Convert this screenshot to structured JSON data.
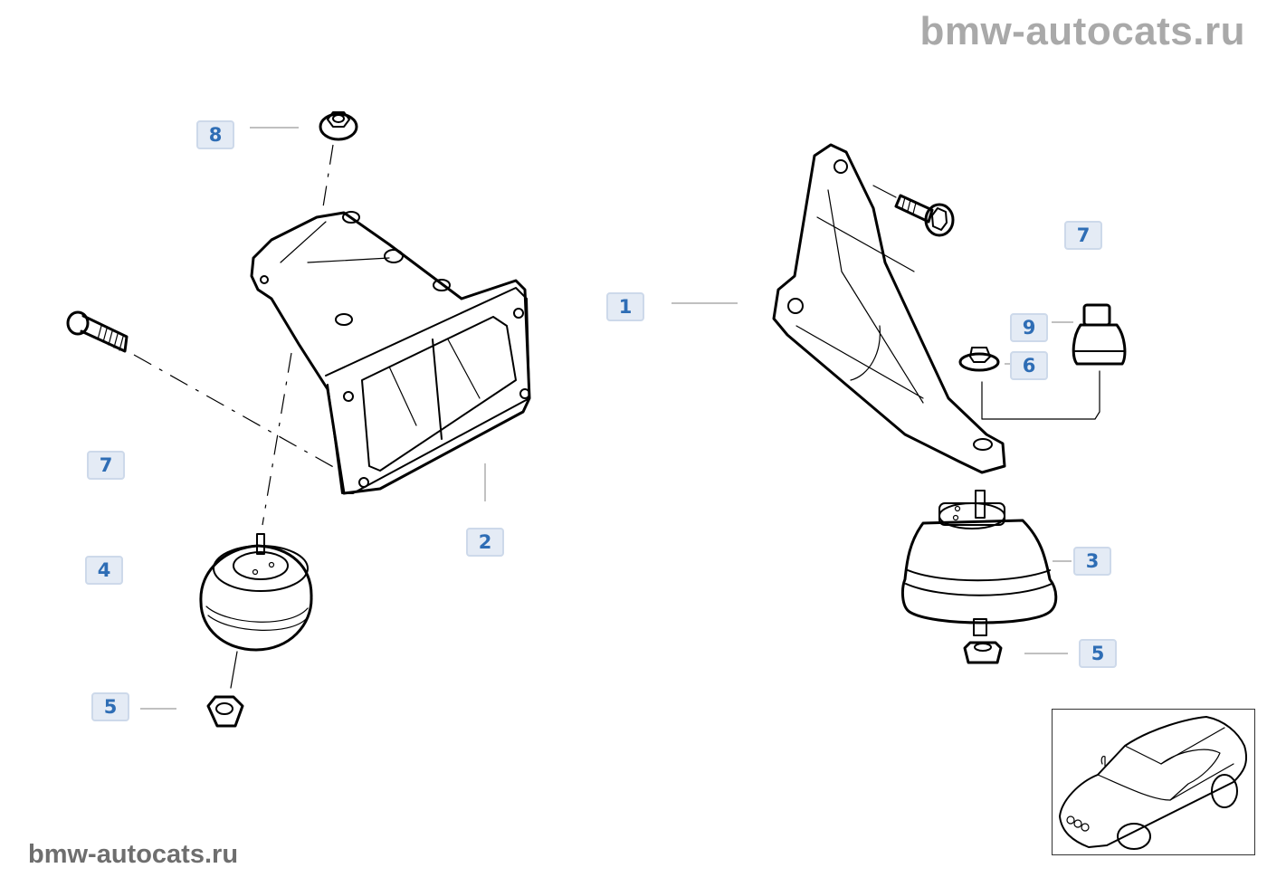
{
  "watermarks": {
    "top": "bmw-autocats.ru",
    "bottom": "bmw-autocats.ru"
  },
  "colors": {
    "badge_bg": "#e4ebf5",
    "badge_border": "#cdd9ea",
    "badge_text": "#2e6db5",
    "watermark_top": "#a9a9a9",
    "watermark_bottom": "#6e6e6e"
  },
  "callouts": [
    {
      "id": "8",
      "label": "8",
      "part": "flange-nut"
    },
    {
      "id": "7-left",
      "label": "7",
      "part": "hex-bolt"
    },
    {
      "id": "4",
      "label": "4",
      "part": "engine-mount-rubber-left"
    },
    {
      "id": "5-left",
      "label": "5",
      "part": "hex-nut"
    },
    {
      "id": "2",
      "label": "2",
      "part": "engine-support-bracket-left"
    },
    {
      "id": "1",
      "label": "1",
      "part": "engine-support-bracket-right"
    },
    {
      "id": "7-right",
      "label": "7",
      "part": "hex-bolt"
    },
    {
      "id": "9",
      "label": "9",
      "part": "stop-buffer"
    },
    {
      "id": "6",
      "label": "6",
      "part": "flange-nut"
    },
    {
      "id": "3",
      "label": "3",
      "part": "engine-mount-rubber-right"
    },
    {
      "id": "5-right",
      "label": "5",
      "part": "hex-nut"
    }
  ],
  "inset": {
    "name": "vehicle-overview",
    "icon": "car-icon"
  }
}
